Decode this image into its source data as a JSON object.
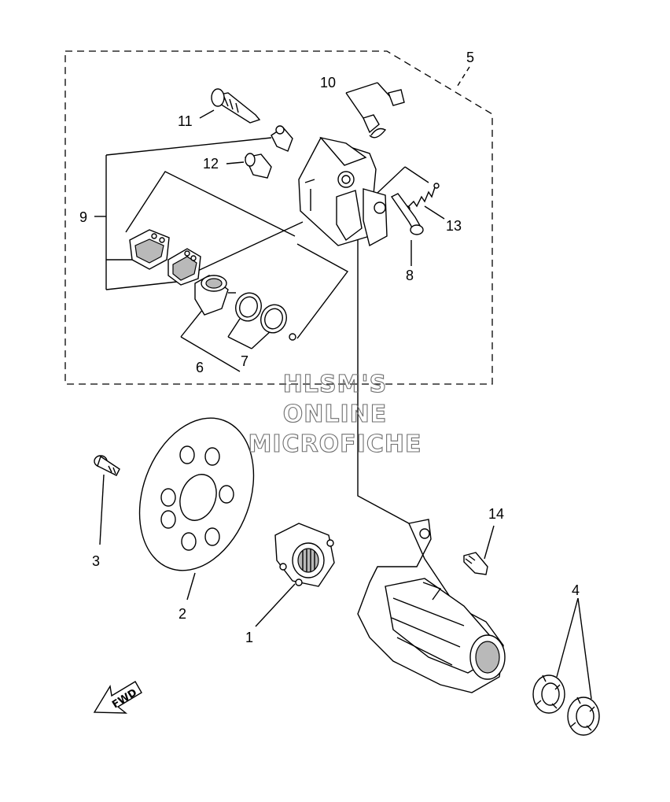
{
  "callouts": {
    "c1": "1",
    "c2": "2",
    "c3": "3",
    "c4": "4",
    "c5": "5",
    "c6": "6",
    "c7": "7",
    "c8": "8",
    "c9": "9",
    "c10": "10",
    "c11": "11",
    "c12": "12",
    "c13": "13",
    "c14": "14"
  },
  "watermark": {
    "line1": "HLSM'S",
    "line2": "ONLINE",
    "line3": "MICROFICHE"
  },
  "fwd_label": "FWD",
  "colors": {
    "line": "#000000",
    "shade": "#b9b9b9",
    "watermark": "#6f6f6f"
  }
}
